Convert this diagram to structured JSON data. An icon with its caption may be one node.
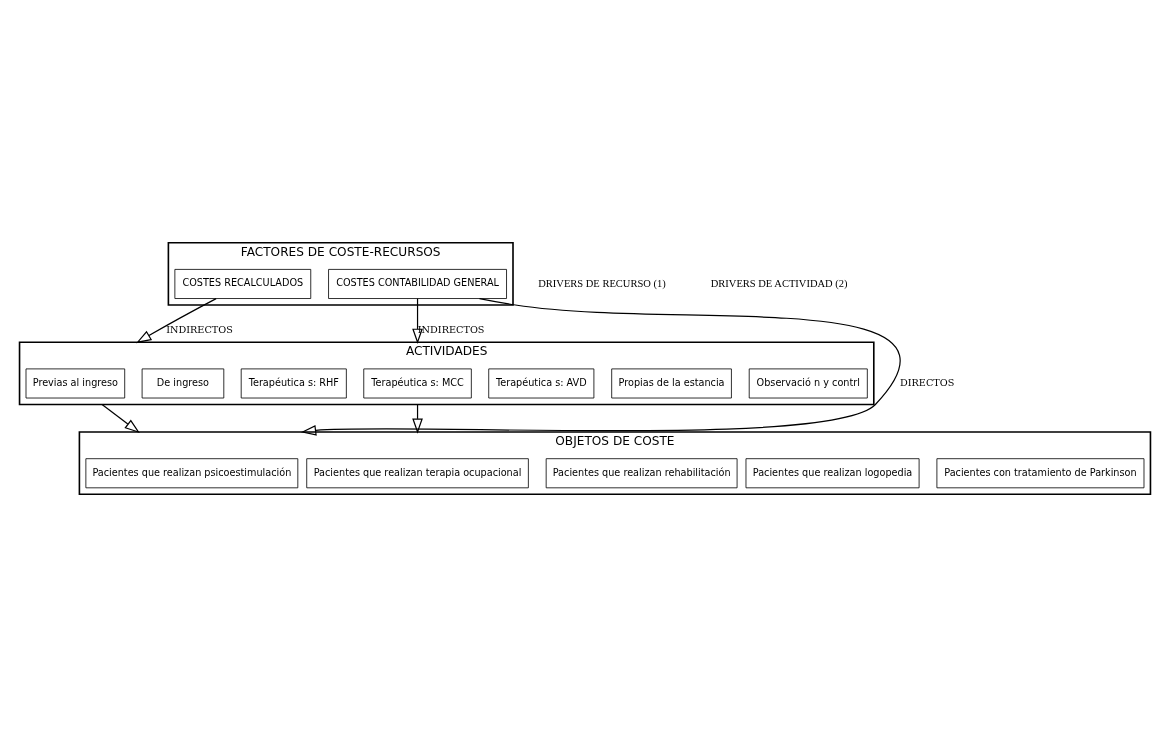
{
  "diagram": {
    "nodes": [
      {
        "text": [
          "FACTORES DE COSTE-RECURSOS"
        ]
      },
      {
        "text": [
          "COSTES CONTABILIDAD GENERAL"
        ],
        "in": 0
      },
      {
        "text": [
          "COSTES RECALCULADOS"
        ],
        "in": 0
      },
      {
        "text": [
          "ACTIVIDADES"
        ]
      },
      {
        "text": [
          "Previas al ingreso"
        ],
        "in": 3
      },
      {
        "text": [
          "De ingreso"
        ],
        "in": 3
      },
      {
        "text": [
          "Terapéutica s: RHF"
        ],
        "in": 3
      },
      {
        "text": [
          "Terapéutica s: MCC"
        ],
        "in": 3
      },
      {
        "text": [
          "Terapéutica s: AVD"
        ],
        "in": 3
      },
      {
        "text": [
          "Propias de la estancia"
        ],
        "in": 3
      },
      {
        "text": [
          "Observació n y contrl"
        ],
        "in": 3
      },
      {
        "text": [
          "OBJETOS DE COSTE"
        ]
      },
      {
        "text": [
          "Pacientes que realizan psicoestimulación"
        ],
        "in": 11
      },
      {
        "text": [
          "Pacientes que realizan rehabilitación"
        ],
        "in": 11
      },
      {
        "text": [
          "Pacientes que realizan terapia ocupacional"
        ],
        "in": 11
      },
      {
        "text": [
          "Pacientes que realizan logopedia"
        ],
        "in": 11
      },
      {
        "text": [
          "Pacientes con tratamiento de Parkinson"
        ],
        "in": 11
      }
    ],
    "edges": [
      {
        "from": 1,
        "to": 11,
        "arrow": "to",
        "label": "DIRECTOS"
      },
      {
        "from": 1,
        "to": 3,
        "arrow": "to",
        "label": "INDIRECTOS"
      },
      {
        "from": 2,
        "to": 3,
        "arrow": "to",
        "label": "INDIRECTOS"
      },
      {
        "from": 3,
        "to": 11,
        "arrow": "to"
      },
      {
        "from": 3,
        "to": 11,
        "arrow": "to"
      }
    ],
    "labels": [
      "DRIVERS DE RECURSO (1)",
      "DRIVERS DE ACTIVIDAD (2)"
    ]
  }
}
